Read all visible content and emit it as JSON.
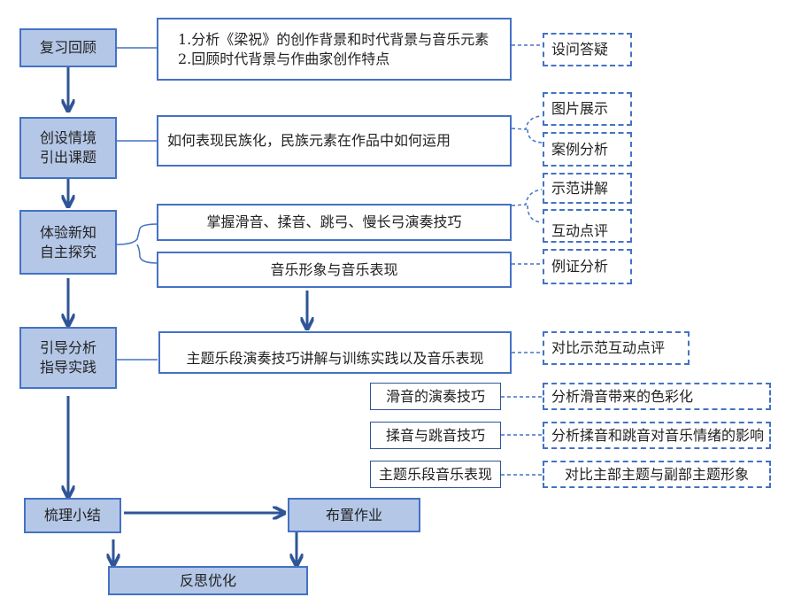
{
  "stages": {
    "review": "复习回顾",
    "context": "创设情境\n引出课题",
    "explore": "体验新知\n自主探究",
    "guide": "引导分析\n指导实践",
    "summary": "梳理小结",
    "homework": "布置作业",
    "reflect": "反思优化"
  },
  "content": {
    "review": "1.分析《梁祝》的创作背景和时代背景与音乐元素\n2.回顾时代背景与作曲家创作特点",
    "context": "如何表现民族化，民族元素在作品中如何运用",
    "explore_skills": "掌握滑音、揉音、跳弓、慢长弓演奏技巧",
    "explore_image": "音乐形象与音乐表现",
    "guide": "主题乐段演奏技巧讲解与训练实践以及音乐表现"
  },
  "methods": {
    "review": "设问答疑",
    "context_1": "图片展示",
    "context_2": "案例分析",
    "skills_1": "示范讲解",
    "skills_2": "互动点评",
    "image": "例证分析",
    "guide": "对比示范互动点评"
  },
  "sub_items": [
    {
      "label": "滑音的演奏技巧",
      "method": "分析滑音带来的色彩化"
    },
    {
      "label": "揉音与跳音技巧",
      "method": "分析揉音和跳音对音乐情绪的影响"
    },
    {
      "label": "主题乐段音乐表现",
      "method": "对比主部主题与副部主题形象"
    }
  ],
  "colors": {
    "stage_fill": "#b4c7e7",
    "border": "#4472c4",
    "arrow": "#2f5597"
  }
}
